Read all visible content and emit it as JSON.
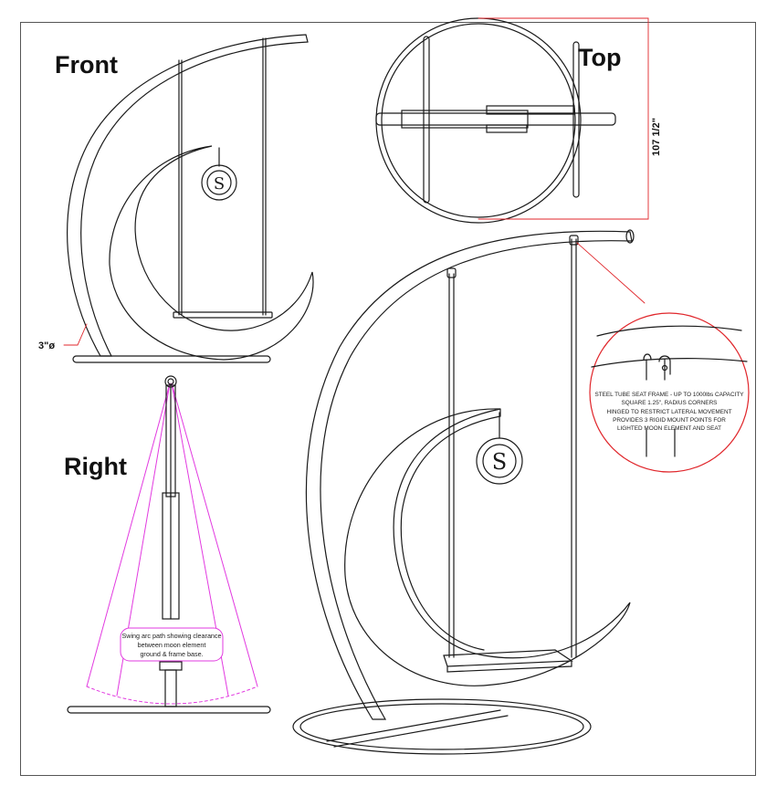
{
  "views": {
    "front": "Front",
    "top": "Top",
    "right": "Right"
  },
  "dimensions": {
    "tube_diameter": "3\"ø",
    "height": "107 1/2\""
  },
  "detail_note": [
    "STEEL TUBE SEAT FRAME - UP TO 1000lbs CAPACITY",
    "SQUARE 1.25\", RADIUS CORNERS",
    "HINGED TO RESTRICT LATERAL MOVEMENT",
    "PROVIDES 3 RIGID MOUNT POINTS FOR",
    "LIGHTED MOON ELEMENT AND SEAT"
  ],
  "swing_note": [
    "Swing arc path showing clearance",
    "between moon element",
    "ground & frame base."
  ],
  "emblem_letter": "S",
  "colors": {
    "line": "#1a1a1a",
    "callout_red": "#e0262b",
    "swing_magenta": "#e23ae0"
  }
}
